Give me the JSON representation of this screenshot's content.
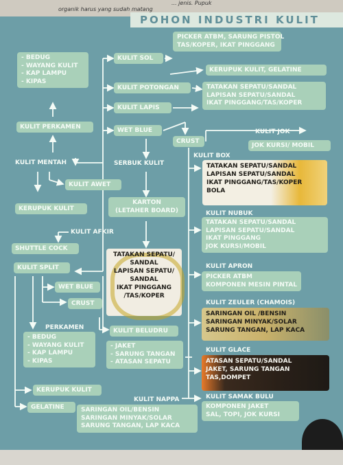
{
  "header": {
    "torn_text_1": "... jenis. Pupuk",
    "torn_text_2": "organik harus yang sudah matang",
    "title": "POHON INDUSTRI KULIT"
  },
  "left": {
    "products_top": [
      "- BEDUG",
      "- WAYANG KULIT",
      "- KAP LAMPU",
      "- KIPAS"
    ],
    "kulit_perkamen": "KULIT PERKAMEN",
    "kulit_mentah": "KULIT MENTAH",
    "kulit_awet": "KULIT AWET",
    "kerupuk_kulit_1": "KERUPUK KULIT",
    "kulit_afkir": "KULIT AFKIR",
    "shuttle_cock": "SHUTTLE COCK",
    "kulit_split": "KULIT SPLIT",
    "wet_blue_2": "WET BLUE",
    "crust_2": "CRUST",
    "perkamen": "PERKAMEN",
    "products_bottom": [
      "- BEDUG",
      "- WAYANG KULIT",
      "- KAP LAMPU",
      "- KIPAS"
    ],
    "kerupuk_kulit_2": "KERUPUK KULIT",
    "gelatine": "GELATINE"
  },
  "center": {
    "kulit_sol": "KULIT SOL",
    "kulit_potongan": "KULIT POTONGAN",
    "kulit_lapis": "KULIT LAPIS",
    "wet_blue": "WET BLUE",
    "serbuk_kulit": "SERBUK KULIT",
    "karton": [
      "KARTON",
      "(LETAHER BOARD)"
    ],
    "karton_products": [
      "TATAKAN SEPATU/",
      "SANDAL",
      "LAPISAN SEPATU/",
      "SANDAL",
      "IKAT PINGGANG",
      "/TAS/KOPER"
    ],
    "kulit_beludru": "KULIT BELUDRU",
    "beludru_products": [
      "- JAKET",
      "- SARUNG TANGAN",
      "- ATASAN SEPATU"
    ],
    "kulit_nappa": "KULIT NAPPA",
    "nappa_products": [
      "SARINGAN OIL/BENSIN",
      "SARINGAN MINYAK/SOLAR",
      "SARUNG TANGAN, LAP KACA"
    ]
  },
  "right": {
    "sol_products": [
      "PICKER ATBM, SARUNG PISTOL",
      "TAS/KOPER, IKAT PINGGANG"
    ],
    "potongan_products": "KERUPUK KULIT, GELATINE",
    "lapis_products": [
      "TATAKAN SEPATU/SANDAL",
      "LAPISAN SEPATU/SANDAL",
      "IKAT PINGGANG/TAS/KOPER"
    ],
    "crust": "CRUST",
    "kulit_jok": "KULIT JOK",
    "jok_products": "JOK KURSI/ MOBIL",
    "kulit_box": "KULIT BOX",
    "box_products": [
      "TATAKAN SEPATU/SANDAL",
      "LAPISAN SEPATU/SANDAL",
      "IKAT PINGGANG/TAS/KOPER",
      "BOLA"
    ],
    "kulit_nubuk": "KULIT NUBUK",
    "nubuk_products": [
      "TATAKAN SEPATU/SANDAL",
      "LAPISAN SEPATU/SANDAL",
      "IKAT PINGGANG",
      "JOK KURSI/MOBIL"
    ],
    "kulit_apron": "KULIT APRON",
    "apron_products": [
      "PICKER ATBM",
      "KOMPONEN MESIN PINTAL"
    ],
    "kulit_zeuler": "KULIT ZEULER (CHAMOIS)",
    "zeuler_products": [
      "SARINGAN OIL /BENSIN",
      "SARINGAN MINYAK/SOLAR",
      "SARUNG TANGAN, LAP KACA"
    ],
    "kulit_glace": "KULIT GLACE",
    "glace_products": [
      "ATASAN SEPATU/SANDAL",
      "JAKET, SARUNG TANGAN",
      "TAS,DOMPET"
    ],
    "kulit_samak_bulu": "KULIT SAMAK BULU",
    "samak_products": [
      "KOMPONEN JAKET",
      "SAL, TOPI, JOK KURSI"
    ]
  }
}
